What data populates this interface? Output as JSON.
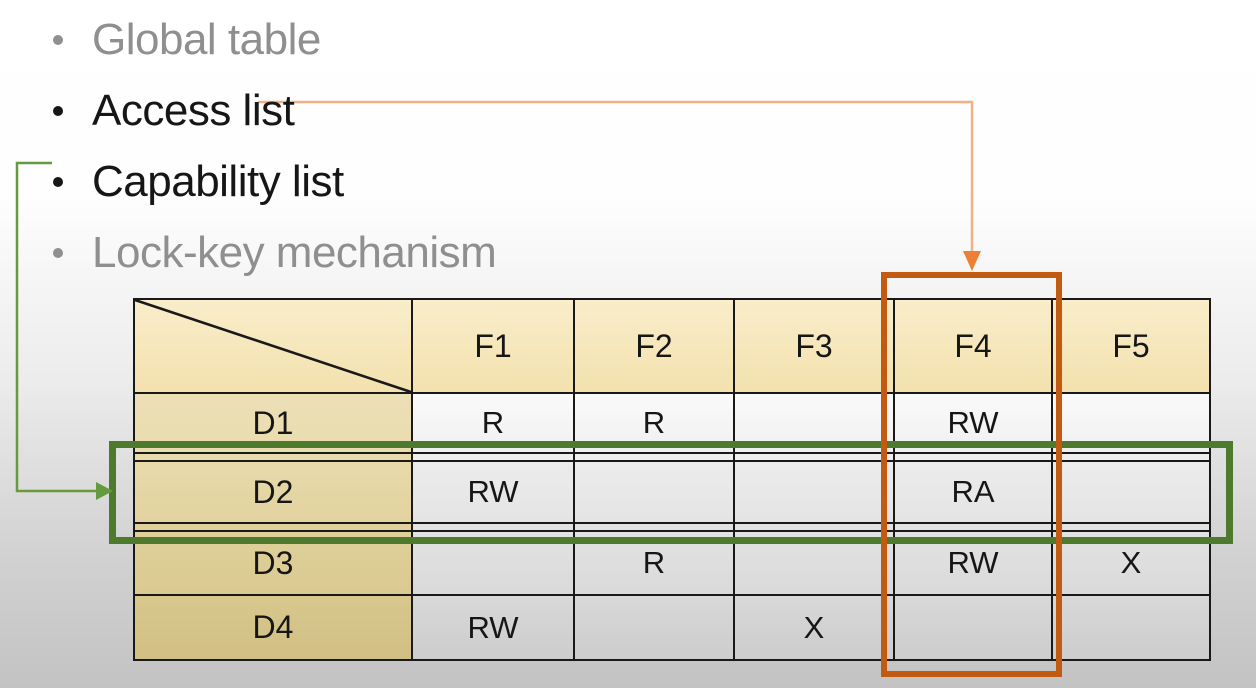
{
  "slide": {
    "bullets": [
      {
        "label": "Global table",
        "emphasis": false
      },
      {
        "label": "Access list",
        "emphasis": true
      },
      {
        "label": "Capability list",
        "emphasis": true
      },
      {
        "label": "Lock-key mechanism",
        "emphasis": false
      }
    ],
    "table": {
      "corner_label": "",
      "col_headers": [
        "F1",
        "F2",
        "F3",
        "F4",
        "F5"
      ],
      "rows": [
        {
          "label": "D1",
          "cells": [
            "R",
            "R",
            "",
            "RW",
            ""
          ]
        },
        {
          "label": "D2",
          "cells": [
            "RW",
            "",
            "",
            "RA",
            ""
          ]
        },
        {
          "label": "D3",
          "cells": [
            "",
            "R",
            "",
            "RW",
            "X"
          ]
        },
        {
          "label": "D4",
          "cells": [
            "RW",
            "",
            "X",
            "",
            ""
          ]
        }
      ]
    },
    "annotations": {
      "access_list_arrow_target": "F4 column",
      "capability_list_arrow_target": "D2 row"
    },
    "colors": {
      "highlight_orange": "#c35a11",
      "arrow_light_orange": "#f3b183",
      "arrowhead_orange": "#ee8033",
      "highlight_green": "#4e7a2e",
      "arrow_green": "#669a3e",
      "header_fill": "#f6e6ba",
      "label_fill_top": "#ecdfb7",
      "label_fill_bottom": "#d1bf83",
      "muted_text": "#8f8f8f",
      "text": "#161616",
      "grid_line": "#191919"
    }
  }
}
